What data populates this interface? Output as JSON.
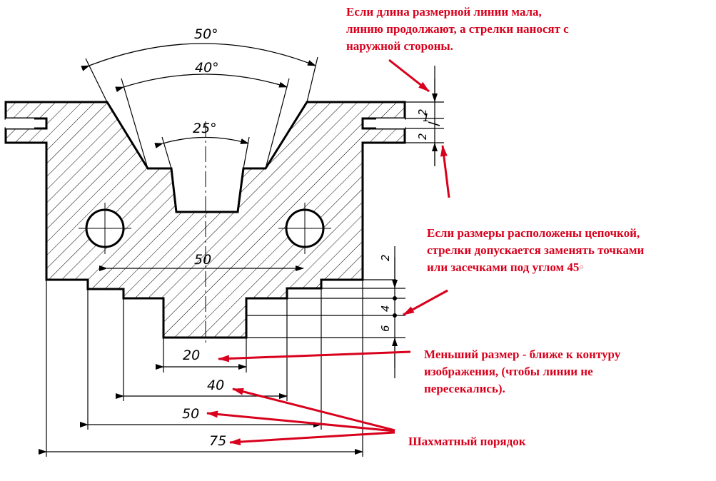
{
  "notes": {
    "short_line": "Если длина размерной линии мала,\nлинию продолжают, а стрелки наносят с\nнаружной стороны.",
    "chain": "Если размеры расположены цепочкой,\nстрелки допускается заменять точками\nили засечками под углом 45",
    "chain_degree": "○",
    "smaller": "Меньший размер - ближе к контуру\nизображения, (чтобы линии не\nпересекались).",
    "checker": "Шахматный порядок"
  },
  "dimensions": {
    "angle_50": "50°",
    "angle_40": "40°",
    "angle_25": "25°",
    "hole_span": "50",
    "width_20": "20",
    "width_40": "40",
    "width_50": "50",
    "width_75": "75",
    "groove_2_top": "2",
    "groove_2_bottom": "2",
    "step_2": "2",
    "step_4": "4",
    "step_6": "6"
  },
  "colors": {
    "annotation": "#d8001c",
    "drawing": "#000000"
  }
}
